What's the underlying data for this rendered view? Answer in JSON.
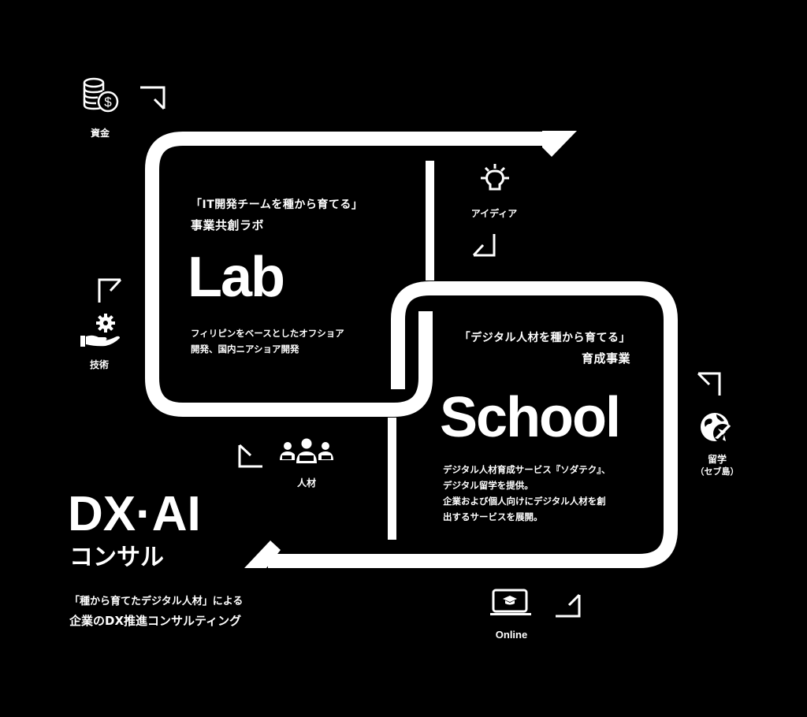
{
  "lab": {
    "subtitle_line1": "「IT開発チームを種から育てる」",
    "subtitle_line2": "事業共創ラボ",
    "title": "Lab",
    "desc_line1": "フィリピンをベースとしたオフショア",
    "desc_line2": "開発、国内ニアショア開発"
  },
  "school": {
    "subtitle_line1": "「デジタル人材を種から育てる」",
    "subtitle_line2": "育成事業",
    "title": "School",
    "desc_line1": "デジタル人材育成サービス『ソダテク』、",
    "desc_line2": "デジタル留学を提供。",
    "desc_line3": "企業および個人向けにデジタル人材を創",
    "desc_line4": "出するサービスを展開。"
  },
  "consulting": {
    "title": "DX·AI",
    "subtitle": "コンサル",
    "desc_line1": "「種から育てたデジタル人材」による",
    "desc_line2": "企業のDX推進コンサルティング"
  },
  "resources": [
    {
      "key": "funds",
      "label": "資金",
      "icon": "coins-dollar-icon"
    },
    {
      "key": "technology",
      "label": "技術",
      "icon": "hand-gear-icon"
    },
    {
      "key": "idea",
      "label": "アイディア",
      "icon": "lightbulb-icon"
    },
    {
      "key": "talent",
      "label": "人材",
      "icon": "people-group-icon"
    },
    {
      "key": "study_abroad",
      "label_line1": "留学",
      "label_line2": "（セブ島）",
      "icon": "globe-airplane-icon"
    },
    {
      "key": "online",
      "label": "Online",
      "icon": "laptop-graduation-icon"
    }
  ],
  "colors": {
    "background": "#000000",
    "foreground": "#ffffff"
  }
}
